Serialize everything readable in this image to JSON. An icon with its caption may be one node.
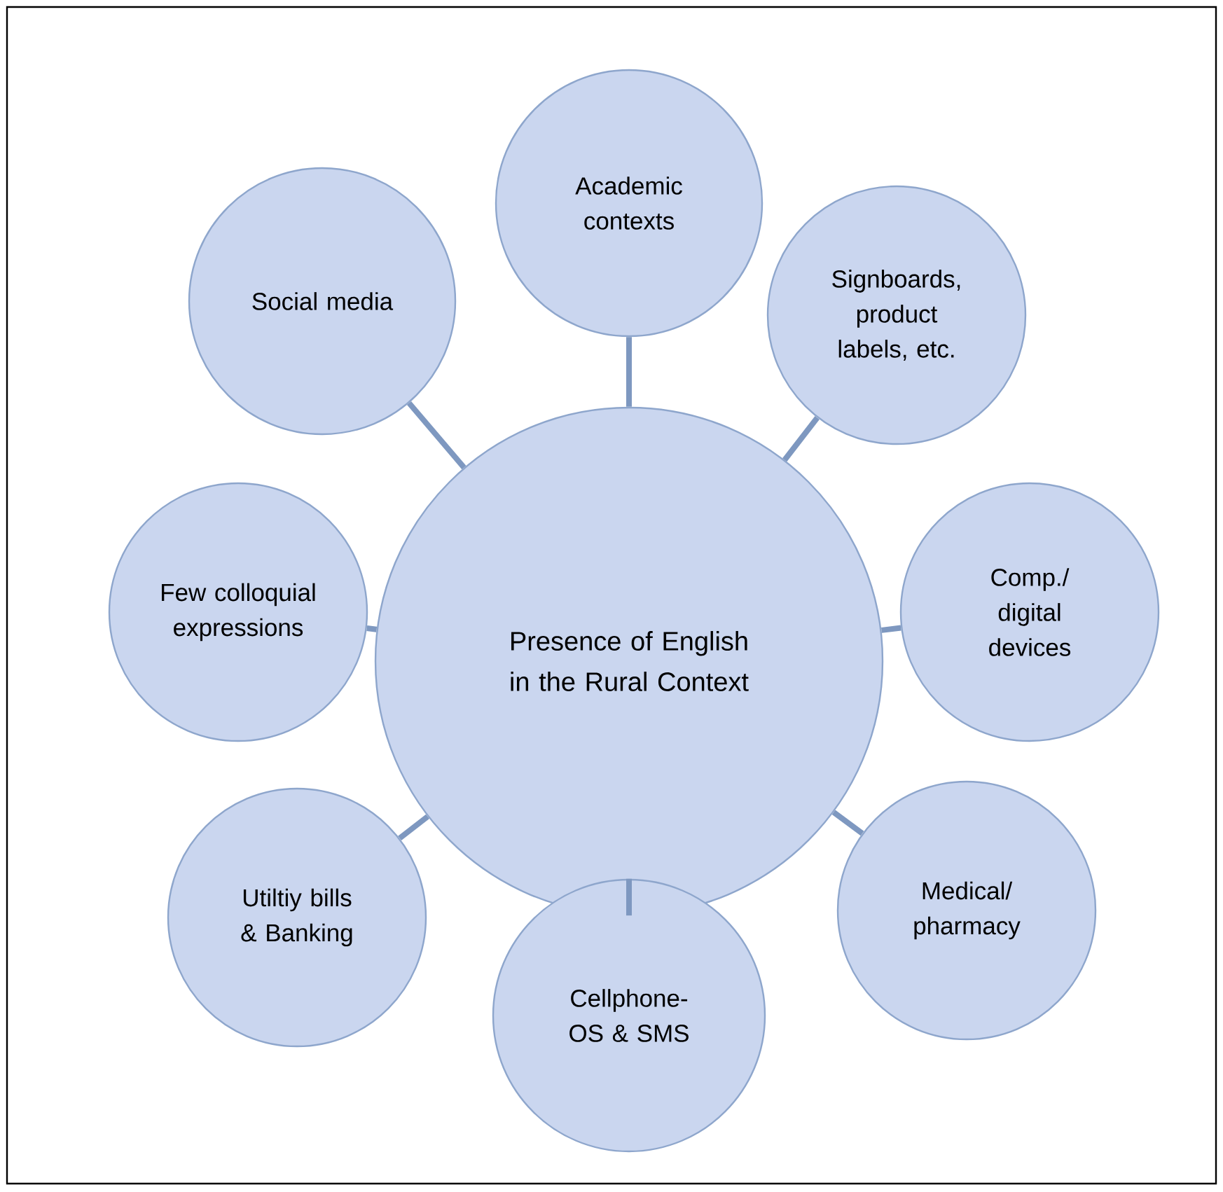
{
  "diagram": {
    "nodes": [
      {
        "text": [
          "Academic contexts"
        ]
      },
      {
        "text": [
          "Social media"
        ]
      },
      {
        "text": [
          "Signboards, product labels, etc."
        ]
      },
      {
        "text": [
          "Few colloquial expressions"
        ]
      },
      {
        "text": [
          "Presence of English in the Rural Context"
        ]
      },
      {
        "text": [
          "Comp./ digital devices"
        ]
      },
      {
        "text": [
          "Utiltiy bills & Banking"
        ]
      },
      {
        "text": [
          "Medical/ pharmacy"
        ]
      },
      {
        "text": [
          "Cellphone- OS & SMS"
        ]
      }
    ],
    "edges": [
      {
        "from": 4,
        "to": 0,
        "arrow": "none"
      },
      {
        "from": 4,
        "to": 1,
        "arrow": "none"
      },
      {
        "from": 4,
        "to": 2,
        "arrow": "none"
      },
      {
        "from": 4,
        "to": 3,
        "arrow": "none"
      },
      {
        "from": 4,
        "to": 5,
        "arrow": "none"
      },
      {
        "from": 4,
        "to": 6,
        "arrow": "none"
      },
      {
        "from": 4,
        "to": 7,
        "arrow": "none"
      },
      {
        "from": 4,
        "to": 8,
        "arrow": "none"
      }
    ]
  }
}
